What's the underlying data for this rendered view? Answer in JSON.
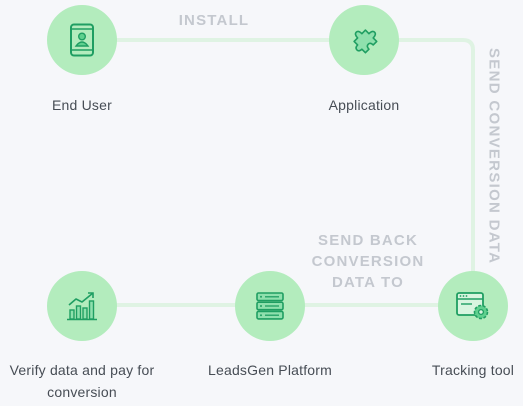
{
  "nodes": {
    "end_user": {
      "label": "End User",
      "icon": "smartphone-user-icon"
    },
    "application": {
      "label": "Application",
      "icon": "puzzle-piece-icon"
    },
    "tracking_tool": {
      "label": "Tracking tool",
      "icon": "browser-gear-icon"
    },
    "leadsgen_platform": {
      "label": "LeadsGen Platform",
      "icon": "server-stack-icon"
    },
    "verify": {
      "label_line1": "Verify data and pay for",
      "label_line2": "conversion",
      "icon": "bar-chart-growth-icon"
    }
  },
  "edges": {
    "install": "INSTALL",
    "send_conversion": "SEND CONVERSION DATA",
    "send_back_line1": "SEND BACK",
    "send_back_line2": "CONVERSION",
    "send_back_line3": "DATA TO"
  },
  "colors": {
    "node_fill": "#b3ecbd",
    "icon_stroke": "#1f9e62",
    "connector": "#dff3e3",
    "edge_label": "#c4c8cf",
    "label_text": "#474d55"
  }
}
